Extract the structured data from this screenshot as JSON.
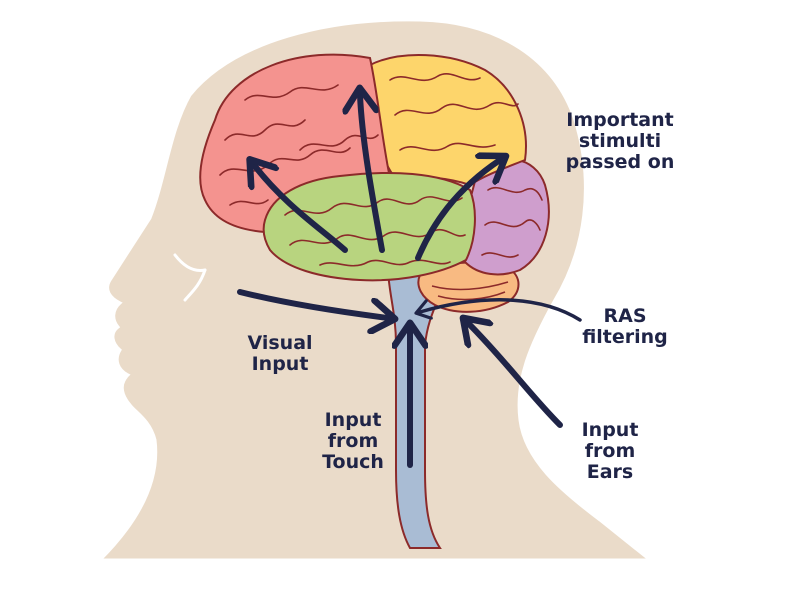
{
  "labels": {
    "important": "Important\nstimulti\npassed on",
    "ras": "RAS\nfiltering",
    "visual": "Visual\nInput",
    "touch": "Input\nfrom\nTouch",
    "ears": "Input\nfrom\nEars"
  },
  "colors": {
    "head": "#eadbc9",
    "head_outline": "#ffffff",
    "frontal_lobe": "#f4938f",
    "parietal_lobe": "#fdd56b",
    "occipital_lobe": "#cf9ecd",
    "temporal_lobe": "#b8d47f",
    "cerebellum": "#f8ba82",
    "brainstem": "#a9bcd4",
    "brain_outline": "#8c2a2a",
    "arrow": "#1f2447",
    "text": "#1f2447"
  }
}
